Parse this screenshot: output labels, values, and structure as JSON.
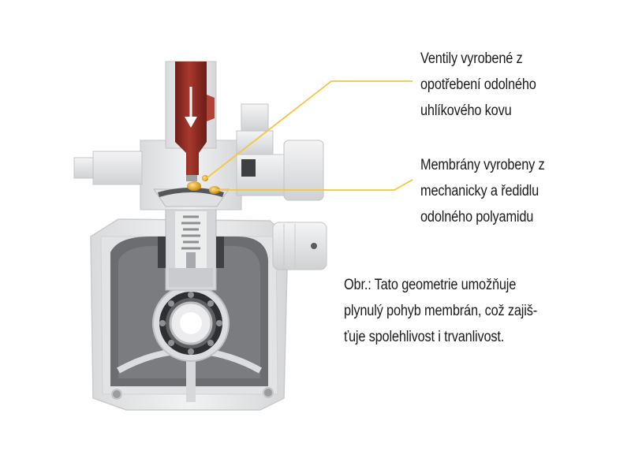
{
  "annotations": {
    "valves": {
      "lines": [
        "Ventily vyrobené z",
        "opotřebení odolného",
        "uhlíkového kovu"
      ]
    },
    "membranes": {
      "lines": [
        "Membrány vyrobeny z",
        "mechanicky a ředidlu",
        "odolného polyamidu"
      ]
    }
  },
  "caption": {
    "lines": [
      "Obr.: Tato geometrie umožňuje",
      "plynulý pohyb membrán, což zajiš-",
      "ťuje spolehlivost i trvanlivost."
    ]
  },
  "colors": {
    "leader_line": "#f2c744",
    "fluid": "#8b2a22",
    "housing": "#e9eaeb",
    "housing_edge": "#c9cbcd",
    "cavity": "#6b6d70",
    "valve_gold": "#e0a419",
    "text": "#1a1a1a"
  }
}
